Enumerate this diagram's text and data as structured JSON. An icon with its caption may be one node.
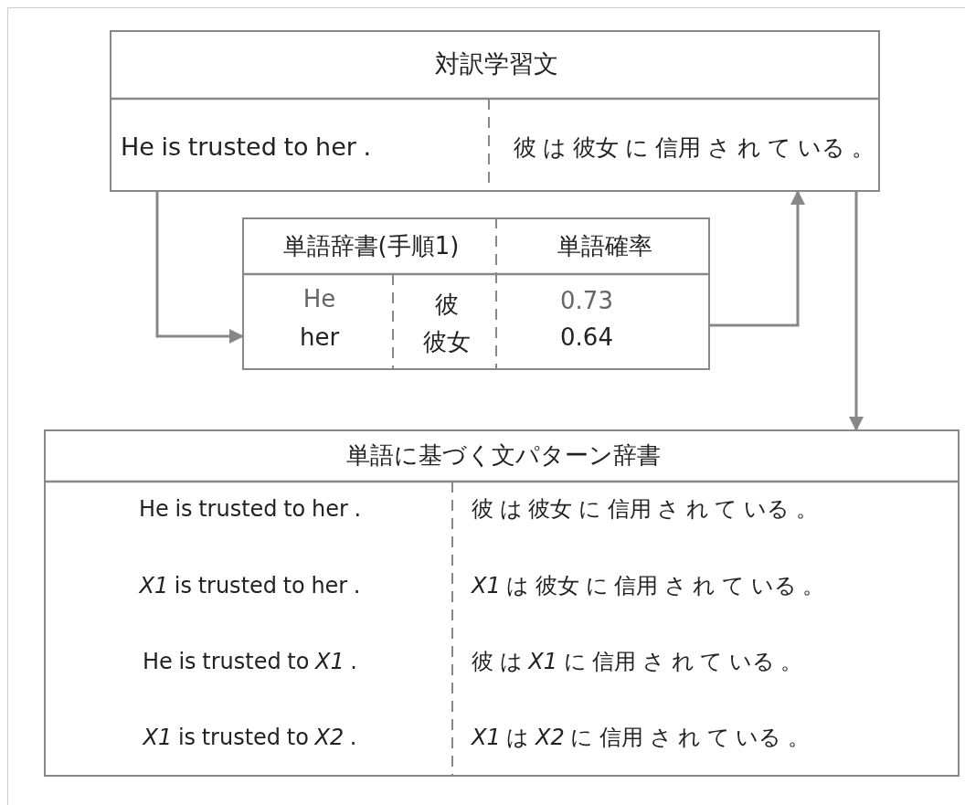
{
  "diagram": {
    "nodes": [
      {
        "text": [
          "対訳学習文",
          "He is trusted to her .",
          "彼 は 彼女 に 信用 さ れ て いる 。"
        ]
      },
      {
        "text": [
          "単語辞書(手順1)",
          "単語確率",
          "He",
          "彼",
          "0.73",
          "her",
          "彼女",
          "0.64"
        ]
      },
      {
        "text": [
          "単語に基づく文パターン辞書",
          "He is trusted to her .",
          "彼 は 彼女 に 信用 さ れ て いる 。",
          "*X1* is trusted to her .",
          "*X1* は 彼女 に 信用 さ れ て いる 。",
          "He is trusted to *X1* .",
          "彼 は *X1* に 信用 さ れ て いる 。",
          "*X1* is trusted to *X2* .",
          "*X1* は *X2* に 信用 さ れ て いる 。"
        ]
      }
    ],
    "edges": [
      {
        "from": 0,
        "to": 1,
        "arrow": "to"
      },
      {
        "from": 1,
        "to": 0,
        "arrow": "to"
      },
      {
        "from": 0,
        "to": 2,
        "arrow": "to"
      }
    ]
  }
}
